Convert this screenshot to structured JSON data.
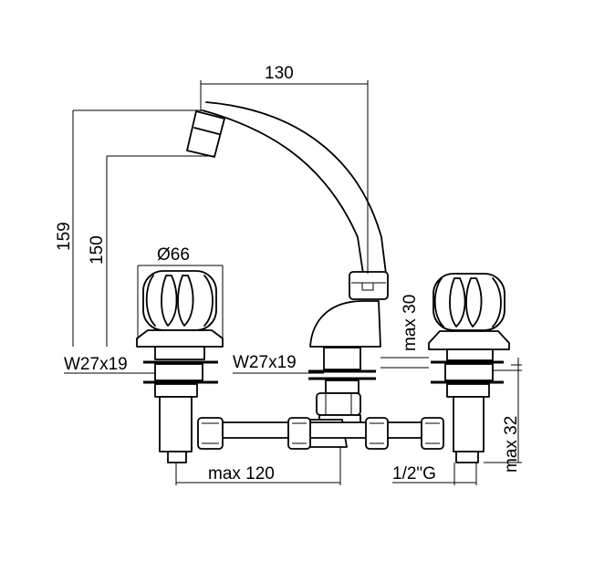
{
  "dimensions": {
    "spout_reach": "130",
    "total_height": "159",
    "spout_height": "150",
    "handle_diameter": "Ø66",
    "thread_left": "W27x19",
    "thread_center": "W27x19",
    "max_mount_thickness": "max 30",
    "max_spacing": "max 120",
    "connection": "1/2\"G",
    "max_connection": "max 32"
  }
}
